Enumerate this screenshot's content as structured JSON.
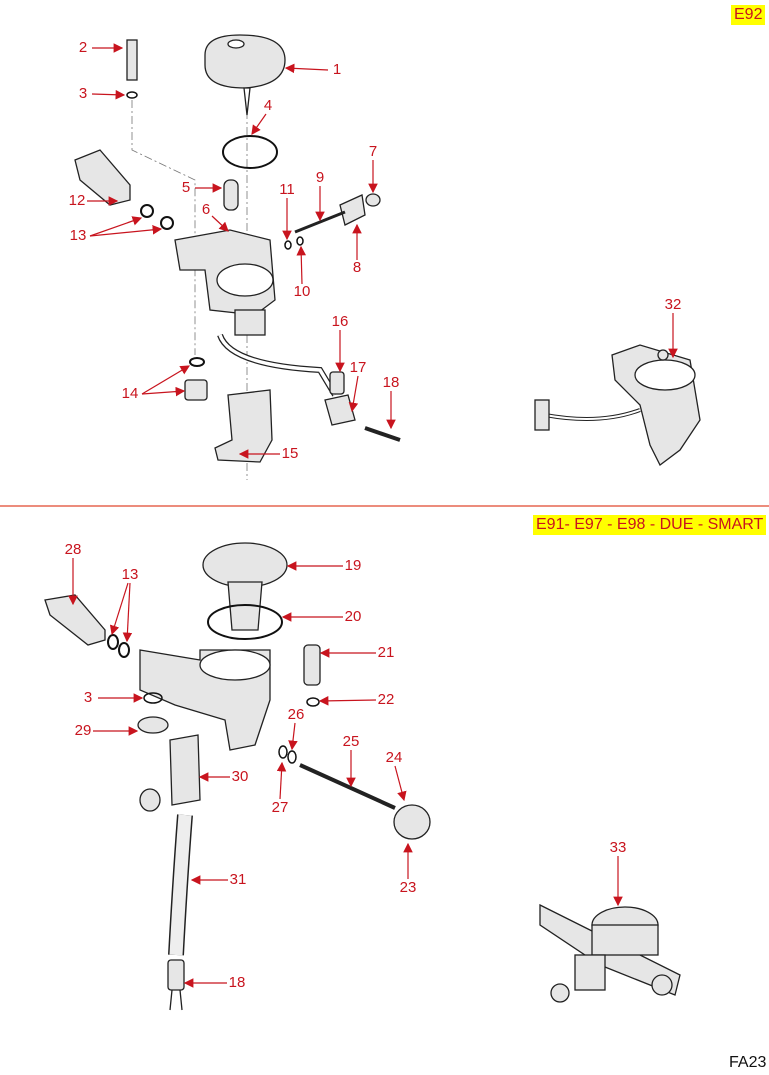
{
  "sections": [
    {
      "model_tag": "E92",
      "callouts": [
        "1",
        "2",
        "3",
        "4",
        "5",
        "6",
        "7",
        "8",
        "9",
        "10",
        "11",
        "12",
        "13",
        "14",
        "15",
        "16",
        "17",
        "18",
        "32"
      ]
    },
    {
      "model_tag": "E91- E97 - E98 - DUE - SMART",
      "callouts": [
        "13",
        "18",
        "19",
        "20",
        "21",
        "22",
        "23",
        "24",
        "25",
        "26",
        "27",
        "28",
        "29",
        "3",
        "30",
        "31",
        "33"
      ]
    }
  ],
  "page_code": "FA23",
  "colors": {
    "callout": "#c8141e",
    "tag_bg": "#ffff00",
    "divider": "#ec8c7c"
  }
}
